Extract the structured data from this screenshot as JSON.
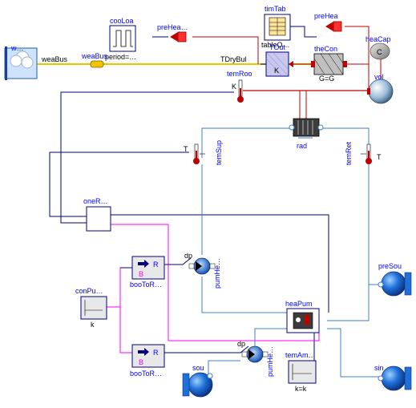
{
  "diagram": {
    "blocks": {
      "weather_label": "w…",
      "weaBus_label": "weaBus",
      "weaBus_conn_label": "weaBus",
      "cooLoa_label": "cooLoa",
      "cooLoa_param": "period=…",
      "preHea1_label": "preHea…",
      "timTab_label": "timTab",
      "timTab_param": "tableO…",
      "preHea2_label": "preHea",
      "heaCap_label": "heaCap",
      "heaCap_symbol": "C",
      "TDryBul_label": "TDryBul",
      "TOut_label": "TOut",
      "TOut_symbol": "K",
      "theCon_label": "theCon",
      "theCon_param": "G=G",
      "temRoo_label": "temRoo",
      "temRoo_symbol": "K",
      "vol_label": "vol",
      "rad_label": "rad",
      "temSup_label": "temSup",
      "temSup_symbol": "T",
      "temRet_label": "temRet",
      "temRet_symbol": "T",
      "oneR_label": "oneR…",
      "booToR1_label": "booToR…",
      "booToR2_label": "booToR…",
      "booToR_R": "R",
      "booToR_B": "B",
      "pumHe1_label": "pumHe…",
      "pumHe2_label": "pumHe…",
      "pum_dp": "dp",
      "conPu_label": "conPu…",
      "conPu_param": "k",
      "preSou_label": "preSou",
      "heaPum_label": "heaPum",
      "temAm_label": "temAm…",
      "temAm_param": "k=k",
      "sou_label": "sou",
      "sin_label": "sin"
    }
  }
}
